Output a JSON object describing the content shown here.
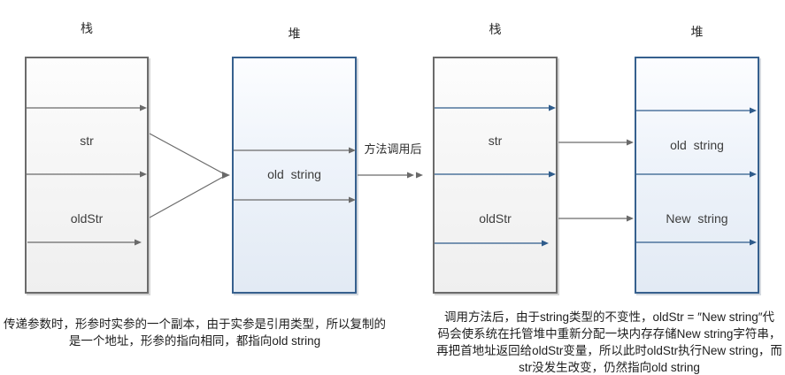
{
  "diagram": {
    "before": {
      "stack": {
        "header": "栈",
        "slots": [
          "str",
          "oldStr"
        ]
      },
      "heap": {
        "header": "堆",
        "slots": [
          "old string"
        ]
      }
    },
    "transition": {
      "label": "方法调用后"
    },
    "after": {
      "stack": {
        "header": "栈",
        "slots": [
          "str",
          "oldStr"
        ]
      },
      "heap": {
        "header": "堆",
        "slots": [
          "old string",
          "New string"
        ]
      }
    }
  },
  "captions": {
    "left": {
      "lines": [
        "传递参数时，形参时实参的一个副本，由于实参是引用类型，所以复制的",
        "是一个地址，形参的指向相同，都指向old string"
      ]
    },
    "right": {
      "lines": [
        "调用方法后，由于string类型的不变性，oldStr = ″New string″代",
        "码会使系统在托管堆中重新分配一块内存存储New string字符串，",
        "再把首地址返回给oldStr变量，所以此时oldStr执行New string，而",
        "str没发生改变，仍然指向old string"
      ]
    }
  },
  "colors": {
    "stack_border": "#6b6b6b",
    "heap_border": "#36608e",
    "gray_arrow": "#6a6a6a",
    "blue_arrow": "#2e5b8b",
    "stack_fill_bottom": "#efefef",
    "heap_fill_bottom": "#e2eaf4"
  }
}
